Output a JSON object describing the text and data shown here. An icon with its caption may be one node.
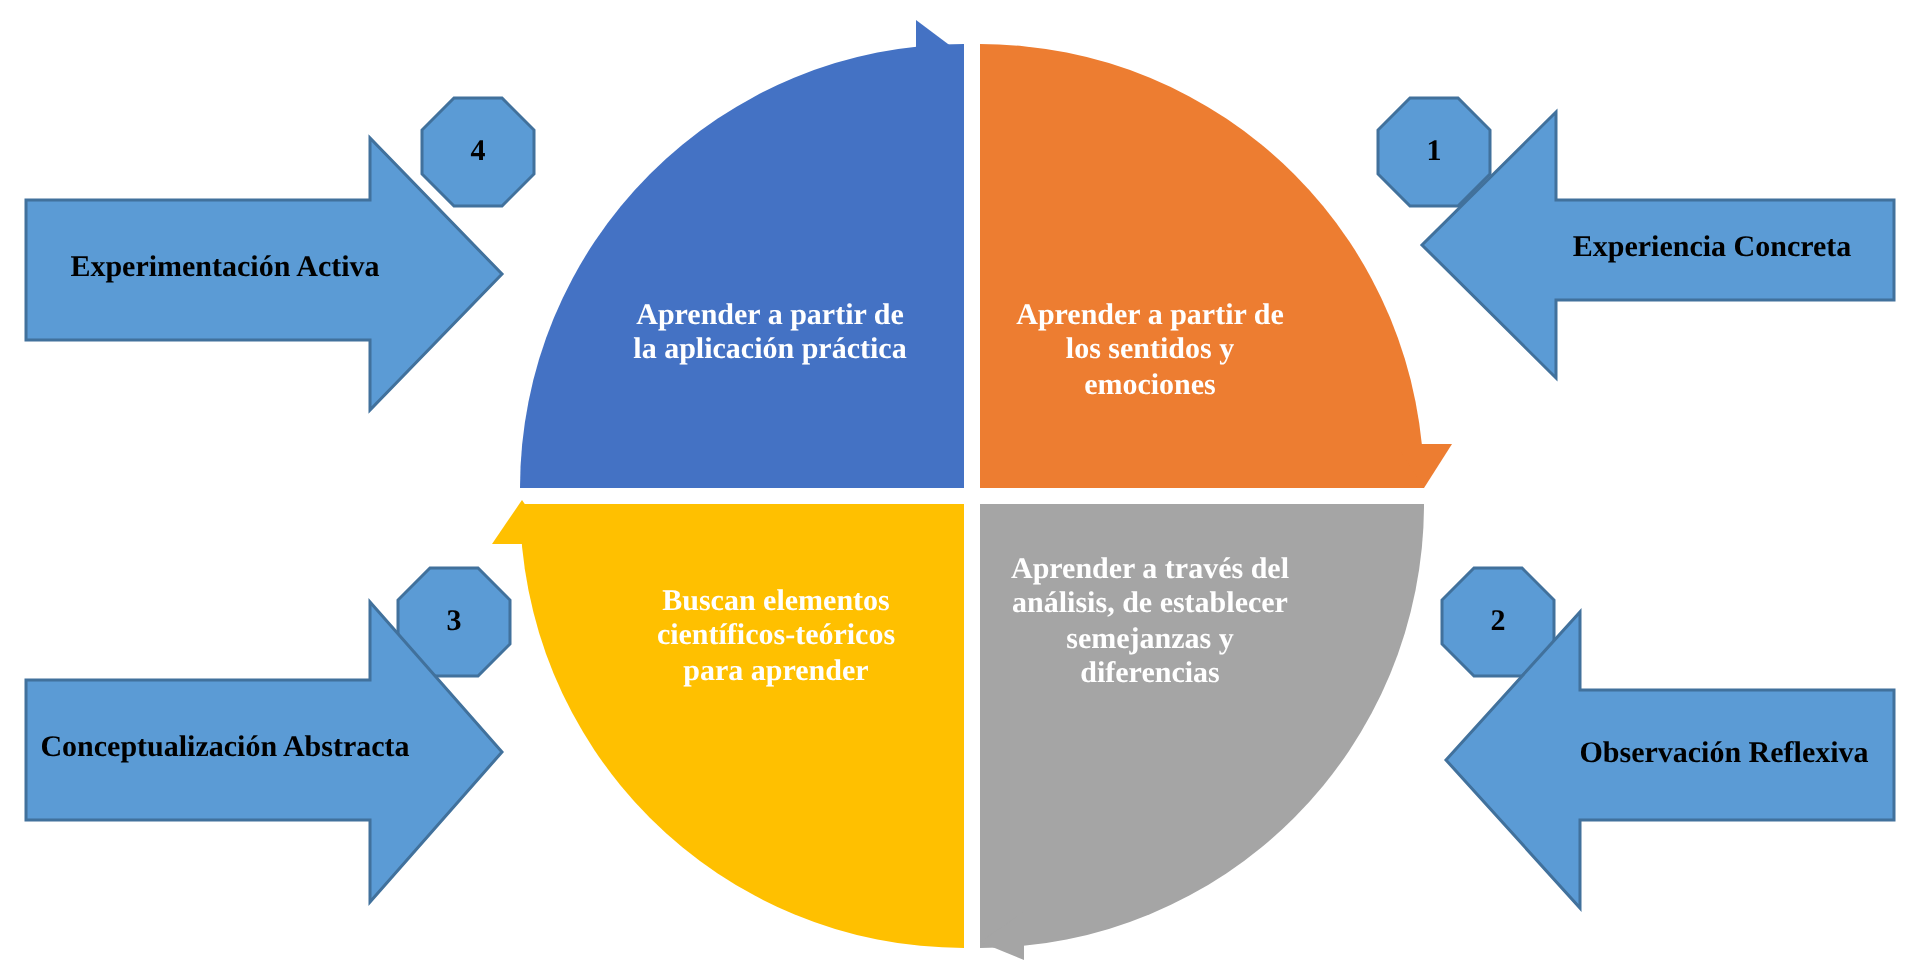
{
  "diagram": {
    "nodes": [
      {
        "text": [
          "Aprender a partir de la aplicación práctica"
        ]
      },
      {
        "text": [
          "Aprender a partir de los sentidos y emociones"
        ]
      },
      {
        "text": [
          "Aprender a través del análisis, de establecer semejanzas y diferencias"
        ]
      },
      {
        "text": [
          "Buscan elementos científicos-teóricos para aprender"
        ]
      },
      {
        "text": [
          "4"
        ]
      },
      {
        "text": [
          "Experimentación Activa"
        ]
      },
      {
        "text": [
          "1"
        ]
      },
      {
        "text": [
          "Experiencia Concreta"
        ]
      },
      {
        "text": [
          "3"
        ]
      },
      {
        "text": [
          "Conceptualización Abstracta"
        ]
      },
      {
        "text": [
          "2"
        ]
      },
      {
        "text": [
          "Observación Reflexiva"
        ]
      }
    ]
  }
}
